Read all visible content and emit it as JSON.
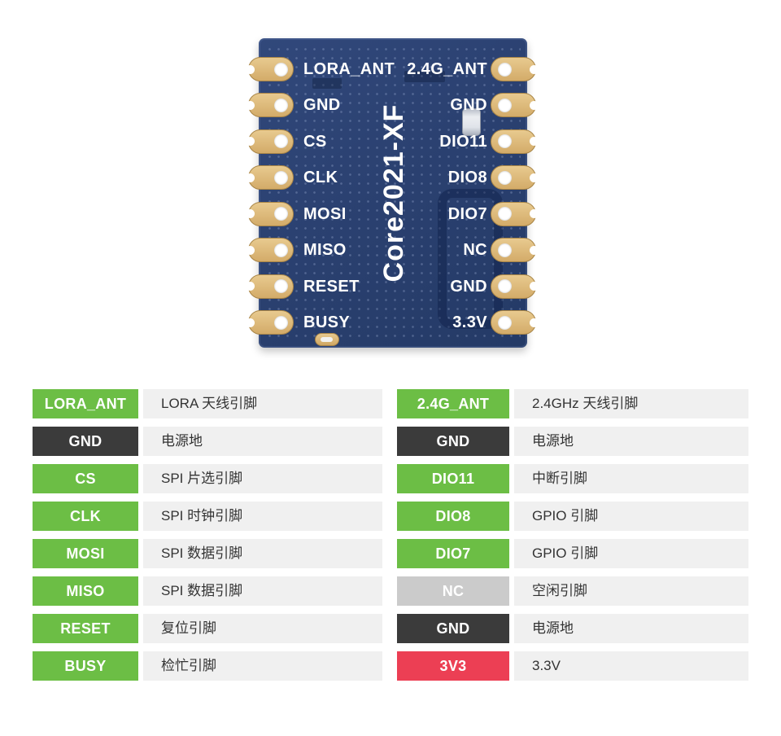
{
  "module": {
    "title": "Core2021-XF",
    "left_pins": [
      "LORA_ANT",
      "GND",
      "CS",
      "CLK",
      "MOSI",
      "MISO",
      "RESET",
      "BUSY"
    ],
    "right_pins": [
      "2.4G_ANT",
      "GND",
      "DIO11",
      "DIO8",
      "DIO7",
      "NC",
      "GND",
      "3.3V"
    ]
  },
  "pin_table": {
    "left": [
      {
        "pin": "LORA_ANT",
        "desc": "LORA 天线引脚",
        "color": "green"
      },
      {
        "pin": "GND",
        "desc": "电源地",
        "color": "dark"
      },
      {
        "pin": "CS",
        "desc": "SPI 片选引脚",
        "color": "green"
      },
      {
        "pin": "CLK",
        "desc": "SPI 时钟引脚",
        "color": "green"
      },
      {
        "pin": "MOSI",
        "desc": "SPI 数据引脚",
        "color": "green"
      },
      {
        "pin": "MISO",
        "desc": "SPI 数据引脚",
        "color": "green"
      },
      {
        "pin": "RESET",
        "desc": "复位引脚",
        "color": "green"
      },
      {
        "pin": "BUSY",
        "desc": "检忙引脚",
        "color": "green"
      }
    ],
    "right": [
      {
        "pin": "2.4G_ANT",
        "desc": "2.4GHz 天线引脚",
        "color": "green"
      },
      {
        "pin": "GND",
        "desc": "电源地",
        "color": "dark"
      },
      {
        "pin": "DIO11",
        "desc": "中断引脚",
        "color": "green"
      },
      {
        "pin": "DIO8",
        "desc": "GPIO 引脚",
        "color": "green"
      },
      {
        "pin": "DIO7",
        "desc": "GPIO 引脚",
        "color": "green"
      },
      {
        "pin": "NC",
        "desc": "空闲引脚",
        "color": "gray"
      },
      {
        "pin": "GND",
        "desc": "电源地",
        "color": "dark"
      },
      {
        "pin": "3V3",
        "desc": "3.3V",
        "color": "red"
      }
    ]
  },
  "colors": {
    "badge_green": "#6cbe45",
    "badge_dark": "#3b3b3b",
    "badge_gray": "#cbcbcb",
    "badge_red": "#ec3f54",
    "desc_background": "#f0f0f0",
    "pcb_blue": "#2b4171",
    "pad_gold": "#d8b374"
  }
}
